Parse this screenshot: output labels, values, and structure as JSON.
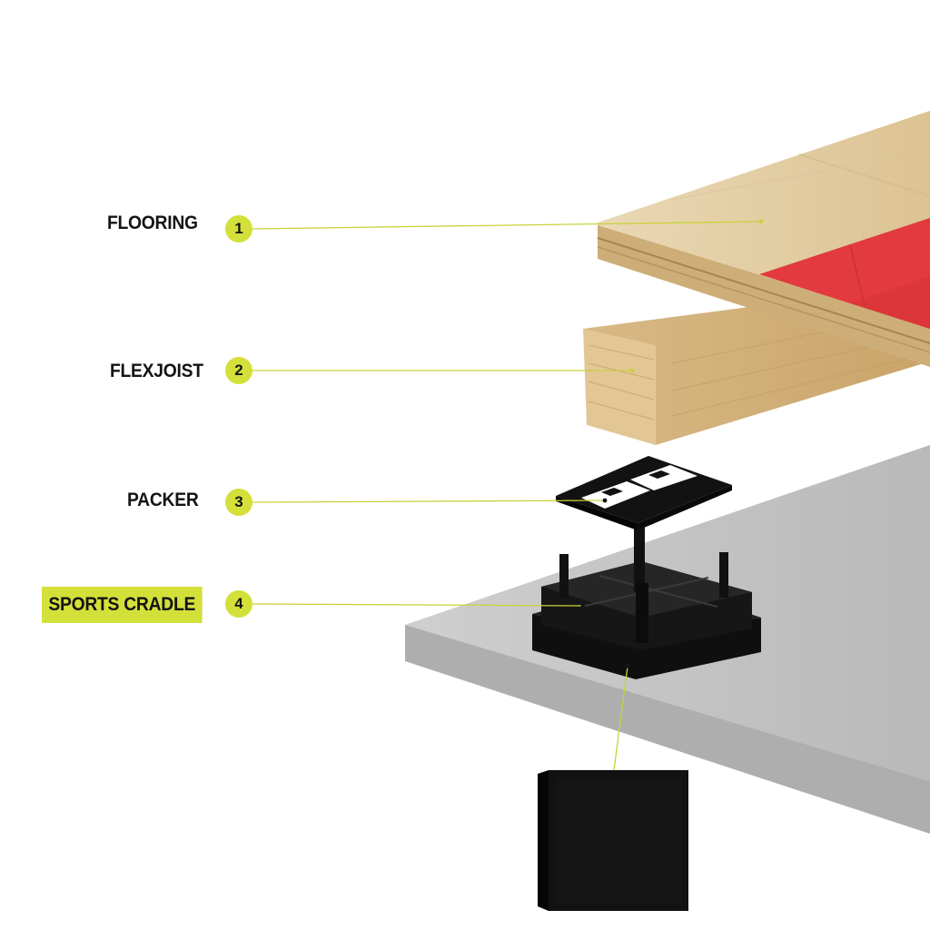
{
  "colors": {
    "accent": "#d4e03a",
    "leader": "#c9d23a",
    "text": "#141414",
    "wood_top": "#e6d2ac",
    "wood_side": "#d9bd8c",
    "court_line": "#e23a3e",
    "slab": "#c4c4c4",
    "plastic": "#151515",
    "rubber": "#0d0d0d"
  },
  "components": [
    {
      "number": "1",
      "label": "FLOORING",
      "highlighted": false
    },
    {
      "number": "2",
      "label": "FLEXJOIST",
      "highlighted": false
    },
    {
      "number": "3",
      "label": "PACKER",
      "highlighted": false
    },
    {
      "number": "4",
      "label": "SPORTS CRADLE",
      "highlighted": true
    }
  ]
}
